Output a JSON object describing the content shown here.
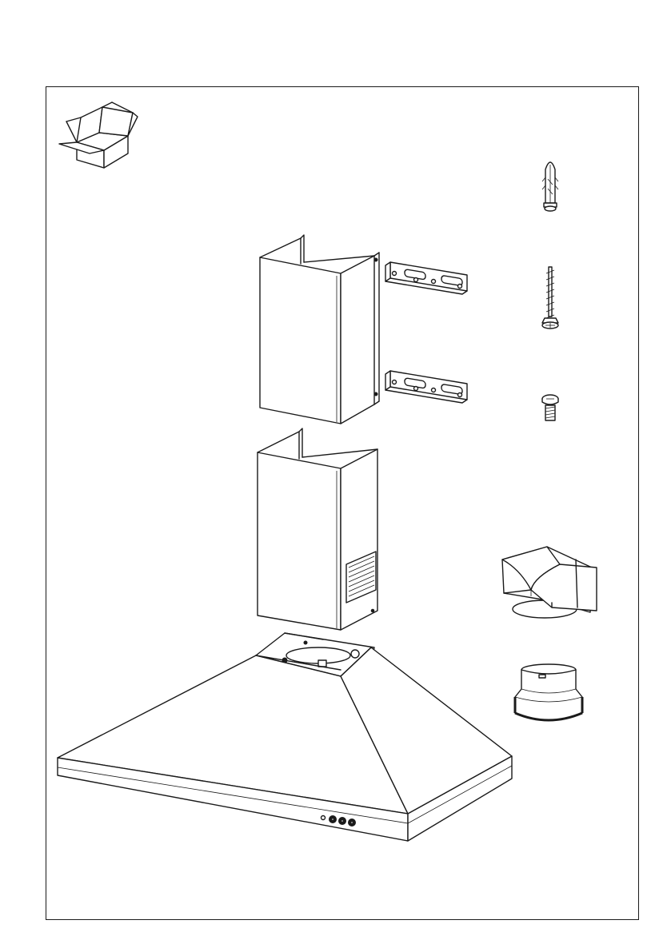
{
  "page": {
    "kind": "assembly-illustration",
    "colors": {
      "line": "#1a1a1a",
      "paper": "#ffffff"
    }
  },
  "icons": {
    "package_contents": "open-box-icon"
  },
  "parts": [
    {
      "name": "wall-plug",
      "quantity_label": ""
    },
    {
      "name": "wood-screw"
    },
    {
      "name": "machine-screw"
    },
    {
      "name": "upper-chimney"
    },
    {
      "name": "lower-chimney"
    },
    {
      "name": "chimney-bracket-upper"
    },
    {
      "name": "chimney-bracket-lower"
    },
    {
      "name": "air-deflector"
    },
    {
      "name": "duct-reducer-collar"
    },
    {
      "name": "hood-canopy"
    }
  ]
}
